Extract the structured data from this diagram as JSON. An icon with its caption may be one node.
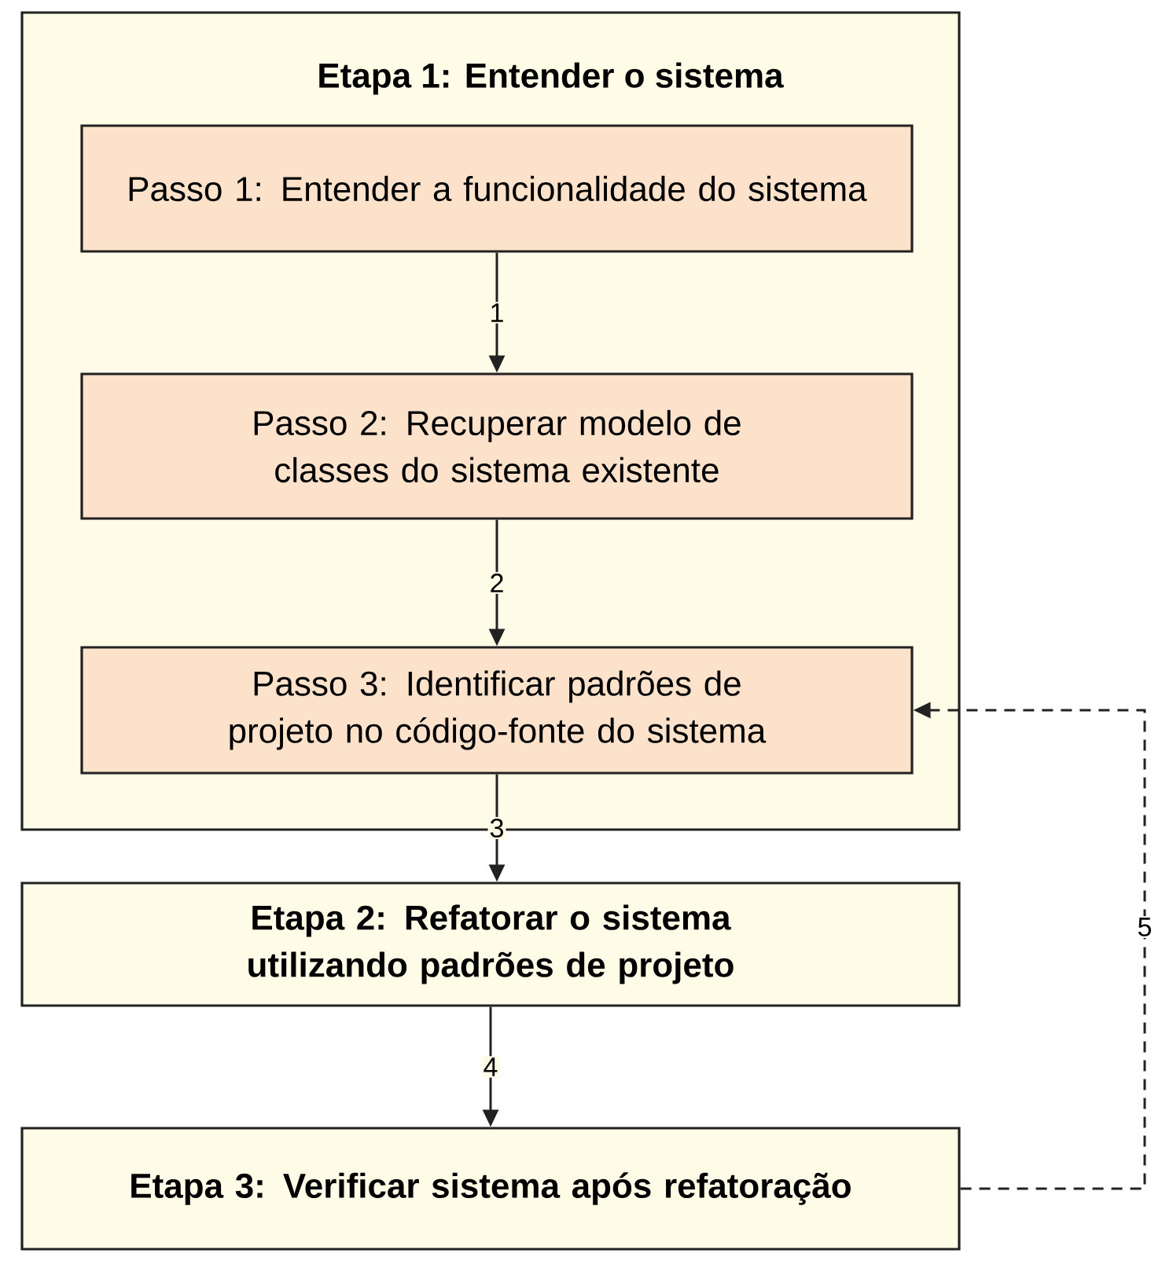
{
  "diagram": {
    "nodes": [
      {
        "text": [
          "Etapa 1: Entender o sistema"
        ]
      },
      {
        "text": [
          "Passo 1: Entender a funcionalidade do sistema"
        ],
        "in": 0
      },
      {
        "text": [
          "Passo 2: Recuperar modelo de classes do sistema existente"
        ],
        "in": 0
      },
      {
        "text": [
          "Passo 3: Identificar padrões de projeto no código-fonte do sistema"
        ],
        "in": 0
      },
      {
        "text": [
          "Etapa 2: Refatorar o sistema utilizando padrões de projeto"
        ]
      },
      {
        "text": [
          "Etapa 3: Verificar sistema após refatoração"
        ]
      }
    ],
    "edges": [
      {
        "from": 1,
        "to": 2,
        "arrow": "to",
        "label": "1"
      },
      {
        "from": 2,
        "to": 3,
        "arrow": "to",
        "label": "2"
      },
      {
        "from": 3,
        "to": 4,
        "arrow": "to",
        "label": "3"
      },
      {
        "from": 4,
        "to": 5,
        "arrow": "to",
        "label": "4"
      },
      {
        "from": 5,
        "to": 3,
        "arrow": "to",
        "label": "5",
        "style": "dashed"
      }
    ]
  }
}
